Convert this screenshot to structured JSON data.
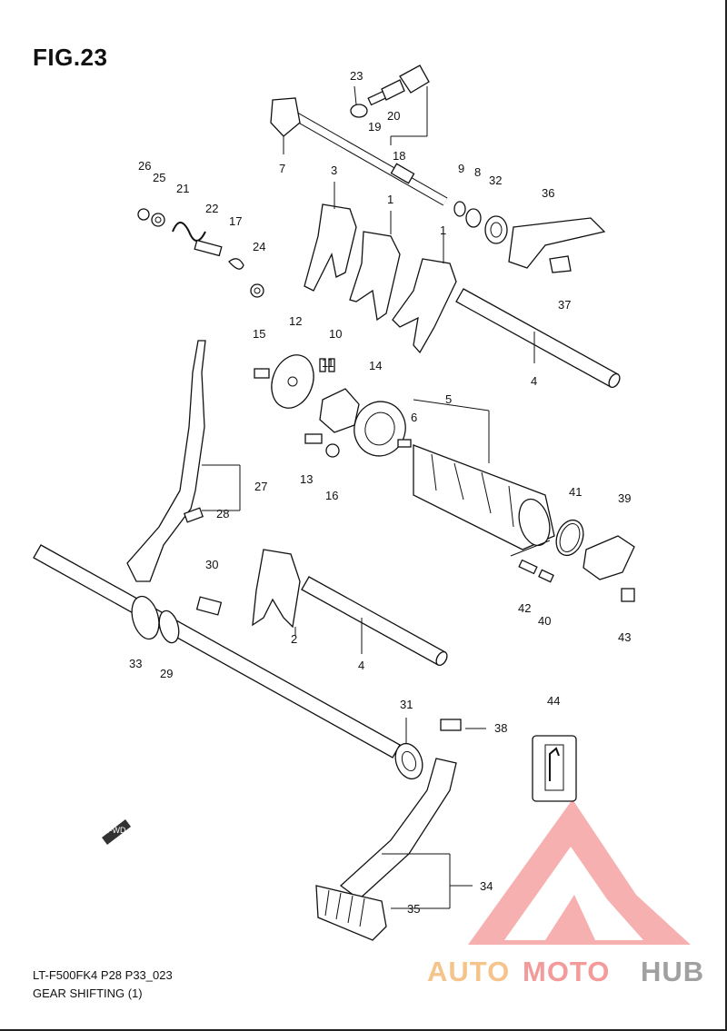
{
  "figure": {
    "title": "FIG.23"
  },
  "callouts": {
    "c1a": "1",
    "c1b": "1",
    "c2": "2",
    "c3": "3",
    "c4a": "4",
    "c4b": "4",
    "c5": "5",
    "c6": "6",
    "c7": "7",
    "c8": "8",
    "c9": "9",
    "c10": "10",
    "c11": "11",
    "c12": "12",
    "c13": "13",
    "c14": "14",
    "c15": "15",
    "c16": "16",
    "c17": "17",
    "c18": "18",
    "c19": "19",
    "c20": "20",
    "c21": "21",
    "c22": "22",
    "c23": "23",
    "c24": "24",
    "c25": "25",
    "c26": "26",
    "c27": "27",
    "c28": "28",
    "c29": "29",
    "c30": "30",
    "c31": "31",
    "c32": "32",
    "c33": "33",
    "c34": "34",
    "c35": "35",
    "c36": "36",
    "c37": "37",
    "c38": "38",
    "c39": "39",
    "c40": "40",
    "c41": "41",
    "c42": "42",
    "c43": "43",
    "c44": "44"
  },
  "fwd_label": "FWD",
  "footer": {
    "code": "LT-F500FK4 P28 P33_023",
    "name": "GEAR SHIFTING (1)"
  },
  "watermark": {
    "part1": "AUTO",
    "part2": "MOTO",
    "part3": "HUB",
    "colors": {
      "auto": "#f5c48a",
      "moto": "#f39a9a",
      "hub": "#a0a0a0"
    }
  }
}
